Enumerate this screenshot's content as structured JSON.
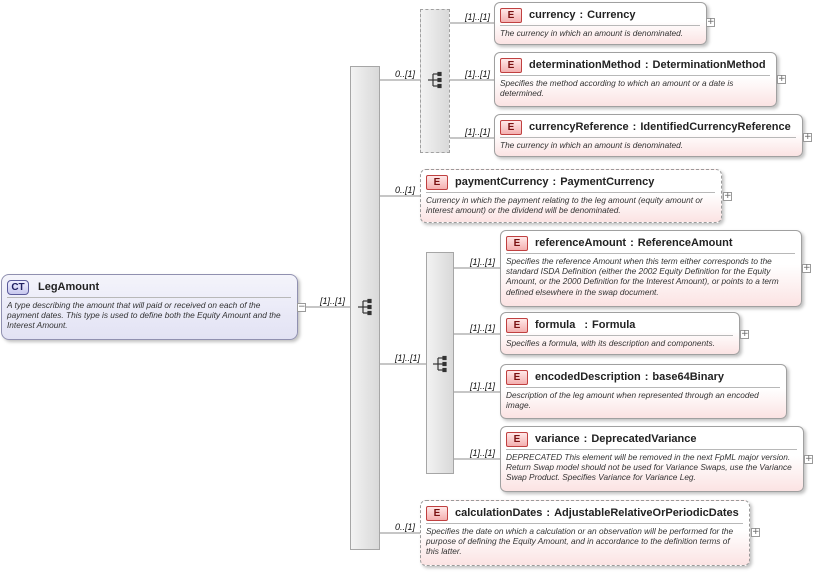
{
  "root": {
    "badge": "CT",
    "name": "LegAmount",
    "doc": "A type describing the amount that will paid or received on each of the payment dates. This type is used to define both the Equity Amount and the Interest Amount.",
    "multiplicity": "[1]..[1]"
  },
  "choice_group": {
    "multiplicity": "0..[1]"
  },
  "elements": [
    {
      "badge": "E",
      "name": "currency",
      "type": "Currency",
      "doc": "The currency in which an amount is denominated.",
      "multiplicity": "[1]..[1]"
    },
    {
      "badge": "E",
      "name": "determinationMethod",
      "type": "DeterminationMethod",
      "doc": "Specifies the method according to which an amount or a date is determined.",
      "multiplicity": "[1]..[1]"
    },
    {
      "badge": "E",
      "name": "currencyReference",
      "type": "IdentifiedCurrencyReference",
      "doc": "The currency in which an amount is denominated.",
      "multiplicity": "[1]..[1]"
    },
    {
      "badge": "E",
      "name": "paymentCurrency",
      "type": "PaymentCurrency",
      "doc": "Currency in which the payment relating to the leg amount (equity amount or interest amount) or the dividend will be denominated.",
      "multiplicity": "0..[1]"
    },
    {
      "badge": "E",
      "name": "referenceAmount",
      "type": "ReferenceAmount",
      "doc": "Specifies the reference Amount when this term either corresponds to the standard ISDA Definition (either the 2002 Equity Definition for the Equity Amount, or the 2000 Definition for the Interest Amount), or points to a term defined elsewhere in the swap document.",
      "multiplicity": "[1]..[1]"
    },
    {
      "badge": "E",
      "name": "formula",
      "type": "Formula",
      "doc": "Specifies a formula, with its description and components.",
      "multiplicity": "[1]..[1]"
    },
    {
      "badge": "E",
      "name": "encodedDescription",
      "type": "base64Binary",
      "doc": "Description of the leg amount when represented through an encoded image.",
      "multiplicity": "[1]..[1]"
    },
    {
      "badge": "E",
      "name": "variance",
      "type": "DeprecatedVariance",
      "doc": "DEPRECATED This element will be removed in the next FpML major version. Return Swap model should not be used for Variance Swaps, use the Variance Swap Product. Specifies Variance for Variance Leg.",
      "multiplicity": "[1]..[1]"
    },
    {
      "badge": "E",
      "name": "calculationDates",
      "type": "AdjustableRelativeOrPeriodicDates",
      "doc": "Specifies the date on which a calculation or an observation will be performed for the purpose of defining the Equity Amount, and in accordance to the definition terms of this latter.",
      "multiplicity": "0..[1]"
    }
  ],
  "inner_group": {
    "multiplicity": "[1]..[1]"
  },
  "icons": {
    "expand": "plus-icon",
    "collapse": "minus-icon",
    "sequence": "sequence-icon"
  },
  "colors": {
    "element_fill": "#fbe3e3",
    "complex_type_fill": "#e2e2f4",
    "badge_border": "#c04040"
  }
}
